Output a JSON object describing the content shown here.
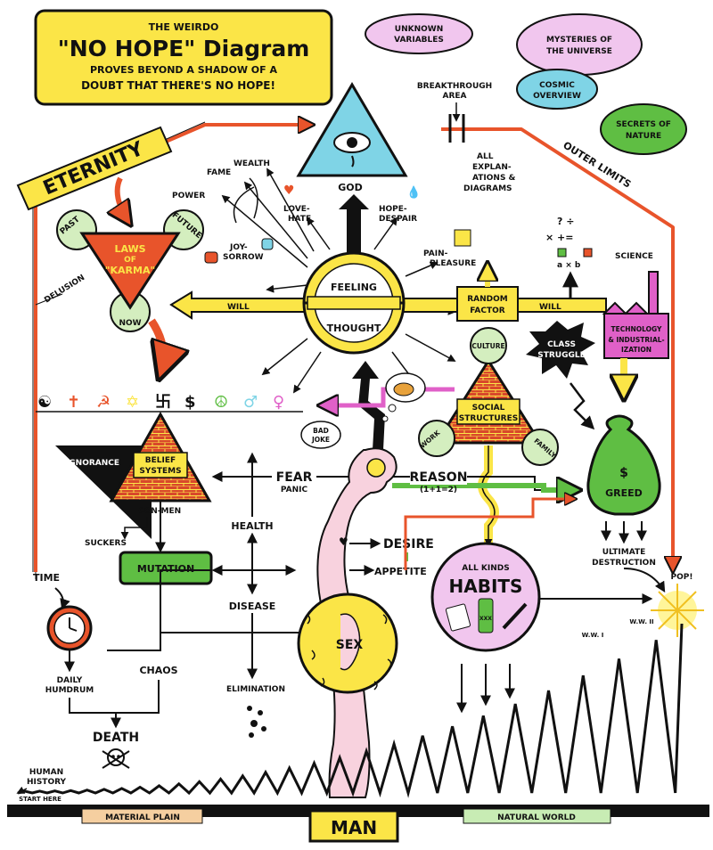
{
  "title": {
    "line1": "THE WEIRDO",
    "line2": "\"NO HOPE\" Diagram",
    "line3": "PROVES BEYOND A SHADOW OF A",
    "line4": "DOUBT THAT THERE'S NO HOPE!"
  },
  "clouds": {
    "unknown_1": "UNKNOWN",
    "unknown_2": "VARIABLES",
    "mysteries_1": "MYSTERIES OF",
    "mysteries_2": "THE UNIVERSE",
    "cosmic_1": "COSMIC",
    "cosmic_2": "OVERVIEW",
    "secrets_1": "SECRETS OF",
    "secrets_2": "NATURE"
  },
  "top": {
    "breakthrough_1": "BREAKTHROUGH",
    "breakthrough_2": "AREA",
    "god": "GOD",
    "eternity": "ETERNITY",
    "outer_limits": "OUTER LIMITS",
    "explanations_1": "ALL",
    "explanations_2": "EXPLAN-",
    "explanations_3": "ATIONS &",
    "explanations_4": "DIAGRAMS",
    "science": "SCIENCE",
    "fame": "FAME",
    "wealth": "WEALTH",
    "power": "POWER",
    "love_hate_1": "LOVE-",
    "love_hate_2": "HATE",
    "hope_despair_1": "HOPE-",
    "hope_despair_2": "DESPAIR",
    "joy_sorrow_1": "JOY-",
    "joy_sorrow_2": "SORROW",
    "pain_pleasure_1": "PAIN-",
    "pain_pleasure_2": "PLEASURE",
    "math_expr": "a × b"
  },
  "karma": {
    "past": "PAST",
    "future": "FUTURE",
    "now": "NOW",
    "laws_1": "LAWS",
    "laws_2": "OF",
    "laws_3": "\"KARMA\"",
    "delusion": "DELUSION"
  },
  "center": {
    "feeling": "FEELING",
    "thought": "THOUGHT",
    "will_left": "WILL",
    "will_right": "WILL",
    "random_1": "RANDOM",
    "random_2": "FACTOR",
    "class_1": "CLASS",
    "class_2": "STRUGGLE",
    "tech_1": "TECHNOLOGY",
    "tech_2": "& INDUSTRIAL-",
    "tech_3": "IZATION"
  },
  "structures": {
    "culture": "CULTURE",
    "social_1": "SOCIAL",
    "social_2": "STRUCTURES",
    "work": "WORK",
    "family": "FAMILY",
    "ignorance": "IGNORANCE",
    "belief_1": "BELIEF",
    "belief_2": "SYSTEMS",
    "con_men": "CON-MEN",
    "suckers": "SUCKERS",
    "mutation": "MUTATION",
    "bad_joke_1": "BAD",
    "bad_joke_2": "JOKE"
  },
  "mind": {
    "fear": "FEAR",
    "panic": "PANIC",
    "reason": "REASON",
    "reason_eq": "(1+1=2)",
    "health": "HEALTH",
    "disease": "DISEASE",
    "desire": "DESIRE",
    "appetite": "APPETITE",
    "sex": "SEX",
    "elimination": "ELIMINATION"
  },
  "habits": {
    "all_kinds": "ALL KINDS",
    "habits": "HABITS",
    "bottle": "XXX"
  },
  "greed": {
    "dollar": "$",
    "greed": "GREED",
    "ultimate_1": "ULTIMATE",
    "ultimate_2": "DESTRUCTION",
    "pop": "POP!",
    "ww1": "W.W. I",
    "ww2": "W.W. II"
  },
  "left": {
    "time": "TIME",
    "daily_1": "DAILY",
    "daily_2": "HUMDRUM",
    "chaos": "CHAOS",
    "death": "DEATH",
    "human_1": "HUMAN",
    "human_2": "HISTORY",
    "start_here": "START HERE"
  },
  "bottom": {
    "material": "MATERIAL PLAIN",
    "man": "MAN",
    "natural": "NATURAL WORLD"
  },
  "symbols": [
    "☯",
    "✝",
    "☭",
    "✡",
    "卐",
    "$",
    "☮",
    "♂",
    "♀"
  ],
  "colors": {
    "orange": "#e8542b",
    "yellow": "#fbe547",
    "green": "#5fbe43",
    "pink": "#f8d2de",
    "cyan": "#7fd4e6",
    "lavender": "#f1c6ee",
    "black": "#111111",
    "brick": "#d9482b"
  }
}
